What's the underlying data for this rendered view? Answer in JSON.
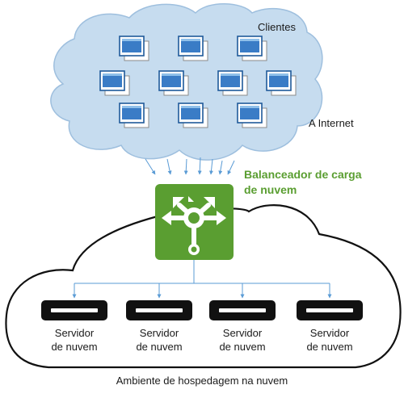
{
  "clients_label": "Clientes",
  "internet_label": "A Internet",
  "load_balancer": {
    "line1": "Balanceador de carga",
    "line2": "de nuvem"
  },
  "servers": [
    {
      "line1": "Servidor",
      "line2": "de nuvem"
    },
    {
      "line1": "Servidor",
      "line2": "de nuvem"
    },
    {
      "line1": "Servidor",
      "line2": "de nuvem"
    },
    {
      "line1": "Servidor",
      "line2": "de nuvem"
    }
  ],
  "environment_label": "Ambiente de hospedagem na nuvem",
  "colors": {
    "internet_cloud_fill": "#c6dcef",
    "internet_cloud_stroke": "#9ebfde",
    "load_balancer_green": "#5a9e31",
    "arrow_blue": "#5a9bd5",
    "server_black": "#111111"
  },
  "icons": {
    "client": "client-computer-icon",
    "load_balancer": "load-balancer-icon",
    "server": "server-icon"
  }
}
